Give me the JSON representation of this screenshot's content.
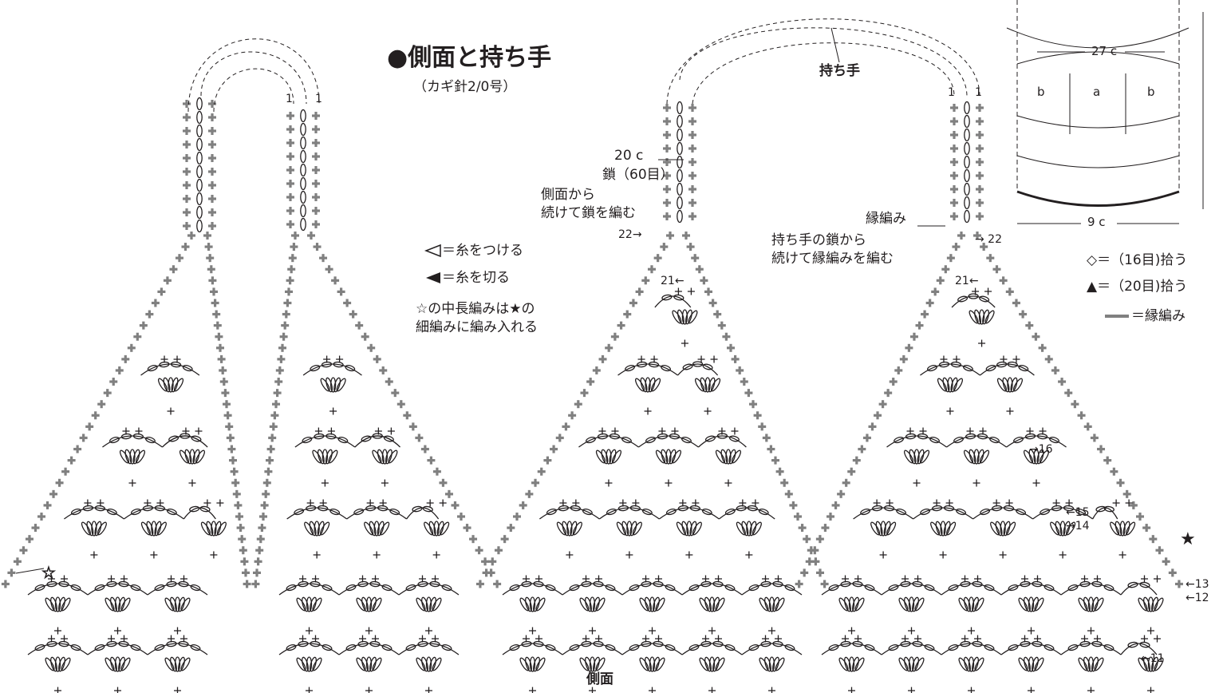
{
  "title": "●側面と持ち手",
  "subtitle": "（カギ針2/0号）",
  "labels": {
    "handle": "持ち手",
    "side": "側面",
    "handle_length": "20 c",
    "chain_count": "鎖（60目）",
    "chain_note": [
      "側面から",
      "続けて鎖を編む"
    ],
    "edging": "縁編み",
    "edging_note": [
      "持ち手の鎖から",
      "続けて縁編みを編む"
    ],
    "star_note": [
      "☆の中長編みは★の",
      "細編みに編み入れる"
    ]
  },
  "legend": {
    "attach": "＝糸をつける",
    "cut": "＝糸を切る",
    "diamond": "◇＝（16目)拾う",
    "triangle": "▲＝（20目)拾う",
    "edging_line": "＝縁編み"
  },
  "schematic": {
    "width": "27 c",
    "bottom": "9 c",
    "panels": [
      "b",
      "a",
      "b"
    ]
  },
  "rows": {
    "r1_left": "1",
    "r1_right": "1",
    "r22_left": "22→",
    "r22_right": "→ 22",
    "r21_left": "21←",
    "r21_right": "21←",
    "r16": "→16",
    "r15": "←15",
    "r14": "→14",
    "r13": "←13",
    "r12": "←12",
    "r11": "←11"
  },
  "colors": {
    "ink": "#231f20",
    "gray": "#808080"
  }
}
